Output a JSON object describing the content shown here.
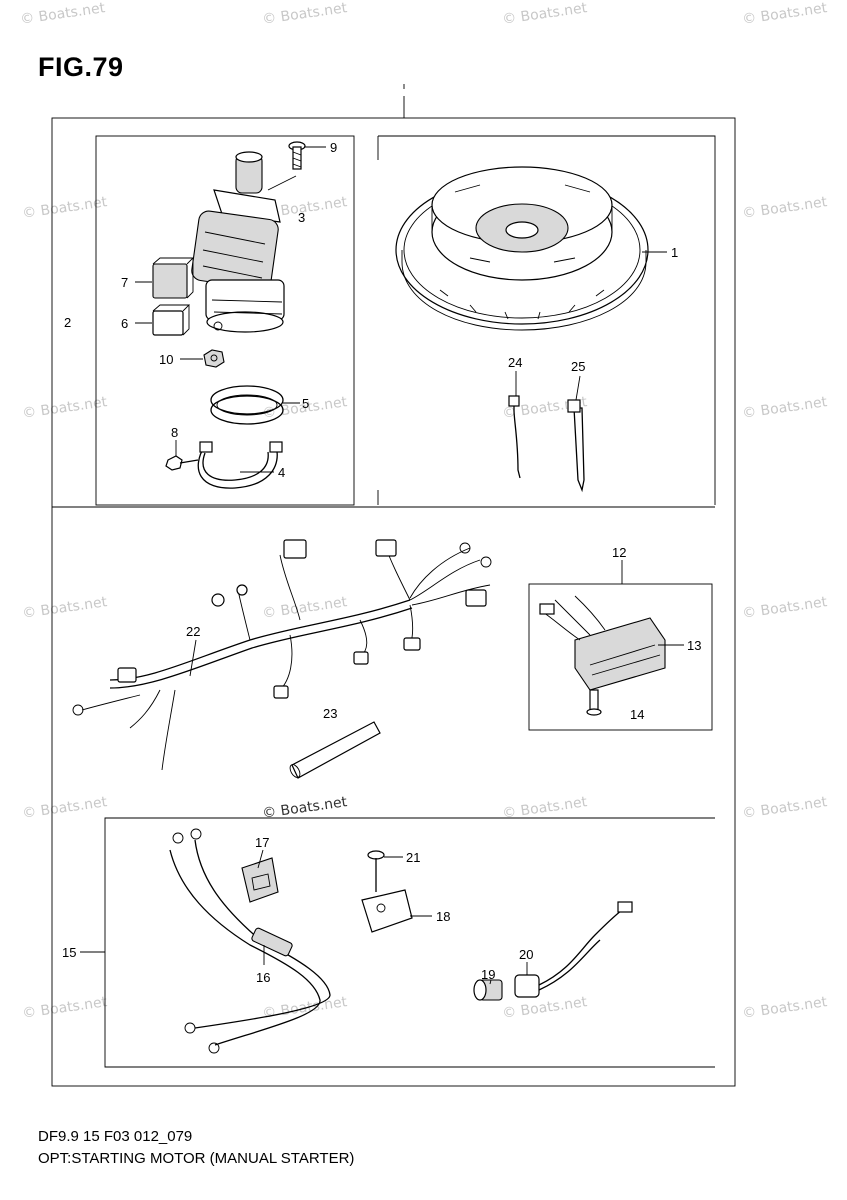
{
  "figure": {
    "title": "FIG.79"
  },
  "footer": {
    "code": "DF9.9 15 F03 012_079",
    "description": "OPT:STARTING MOTOR (MANUAL STARTER)"
  },
  "watermark": {
    "text": "© Boats.net"
  },
  "callouts": {
    "c1": "1",
    "c2": "2",
    "c3": "3",
    "c4": "4",
    "c5": "5",
    "c6": "6",
    "c7": "7",
    "c8": "8",
    "c9": "9",
    "c10": "10",
    "c12": "12",
    "c13": "13",
    "c14": "14",
    "c15": "15",
    "c16": "16",
    "c17": "17",
    "c18": "18",
    "c19": "19",
    "c20": "20",
    "c21": "21",
    "c22": "22",
    "c23": "23",
    "c24": "24",
    "c25": "25"
  }
}
